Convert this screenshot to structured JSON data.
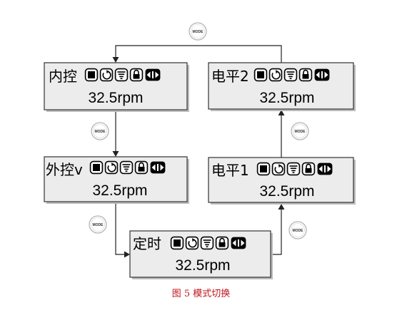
{
  "mode_button_label": "MODE",
  "boxes": [
    {
      "id": "internal",
      "title": "内控",
      "speed": "32.5rpm"
    },
    {
      "id": "external",
      "title": "外控v",
      "speed": "32.5rpm"
    },
    {
      "id": "timer",
      "title": "定时",
      "speed": "32.5rpm"
    },
    {
      "id": "level1",
      "title": "电平1",
      "speed": "32.5rpm"
    },
    {
      "id": "level2",
      "title": "电平2",
      "speed": "32.5rpm"
    }
  ],
  "icons": [
    "stop-icon",
    "rotate-icon",
    "filter-icon",
    "lock-icon",
    "direction-icon"
  ],
  "flow": [
    "内控",
    "外控v",
    "定时",
    "电平1",
    "电平2",
    "内控"
  ],
  "caption": "图 5 模式切换",
  "colors": {
    "caption": "#c0161c",
    "box_fill": "#ececec",
    "line": "#222222"
  }
}
